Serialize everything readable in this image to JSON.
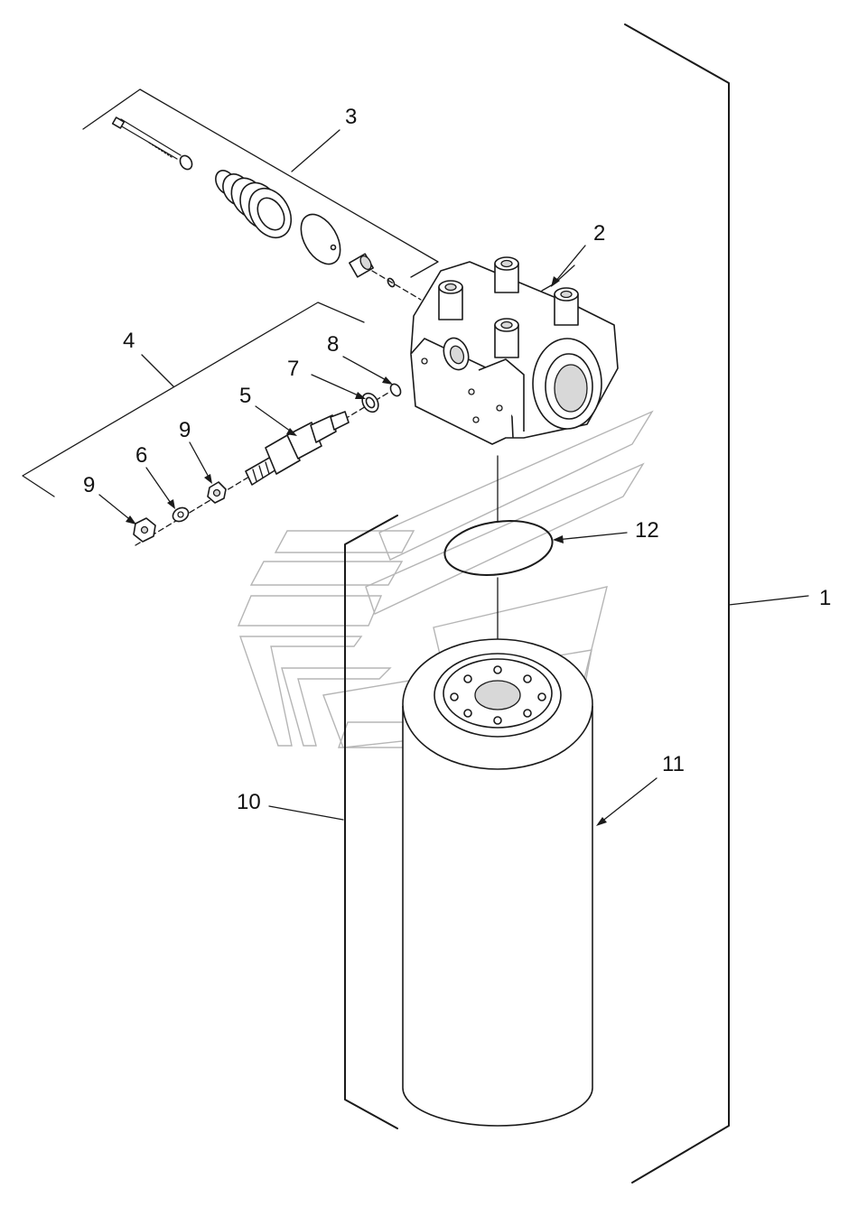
{
  "diagram": {
    "callouts": [
      {
        "id": "1",
        "text": "1"
      },
      {
        "id": "2",
        "text": "2"
      },
      {
        "id": "3",
        "text": "3"
      },
      {
        "id": "4",
        "text": "4"
      },
      {
        "id": "5",
        "text": "5"
      },
      {
        "id": "6",
        "text": "6"
      },
      {
        "id": "7",
        "text": "7"
      },
      {
        "id": "8",
        "text": "8"
      },
      {
        "id": "9a",
        "text": "9"
      },
      {
        "id": "9b",
        "text": "9"
      },
      {
        "id": "10",
        "text": "10"
      },
      {
        "id": "11",
        "text": "11"
      },
      {
        "id": "12",
        "text": "12"
      }
    ],
    "colors": {
      "line": "#1a1a1a",
      "watermark": "#b5b5b5",
      "background": "#ffffff"
    }
  }
}
